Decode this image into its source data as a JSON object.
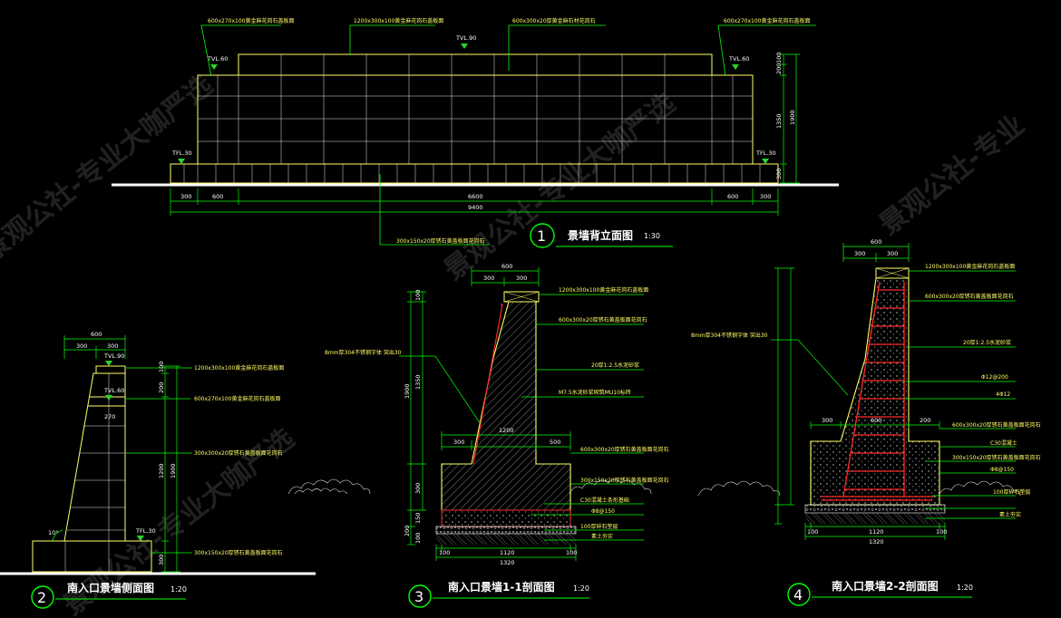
{
  "titles": {
    "t1": {
      "num": "1",
      "name": "景墙背立面图",
      "scale": "1:30"
    },
    "t2": {
      "num": "2",
      "name": "南入口景墙侧面图",
      "scale": "1:20"
    },
    "t3": {
      "num": "3",
      "name": "南入口景墙1-1剖面图",
      "scale": "1:20"
    },
    "t4": {
      "num": "4",
      "name": "南入口景墙2-2剖面图",
      "scale": "1:20"
    }
  },
  "watermarks": [
    "景观公社-专业大咖严选",
    "景观公社-专业大咖严选",
    "景观公社-专业大咖严选",
    "景观公社-专业"
  ],
  "colors": {
    "background": "#000000",
    "wall": "#ffff66",
    "annotation": "#ffff66",
    "leader": "#00ff00",
    "hatch": "#ffffff",
    "rebar": "#ff2a2a",
    "level_marker": "#2bd52b"
  },
  "elev": {
    "notes": {
      "n1": "600x270x100黄金麻花岗石盖板面",
      "n2": "1200x300x100黄金麻花岗石盖板面",
      "n3": "600x300x20厚黄金麻石材花岗石",
      "n4": "600x270x100黄金麻花岗石盖板面",
      "n5": "300x150x20厚锈石黄盖板面花岗石"
    },
    "levels": {
      "l1": "TVL.90",
      "l2": "TVL.60",
      "l3": "TVL.60",
      "l4": "TFL.30",
      "l5": "TFL.30"
    },
    "dims": {
      "d300a": "300",
      "d600a": "600",
      "d6600": "6600",
      "d600b": "600",
      "d300b": "300",
      "d9400": "9400",
      "r100": "100",
      "r200": "200",
      "r1350": "1350",
      "r1900": "1900",
      "r300": "300"
    }
  },
  "side": {
    "notes": {
      "n1": "1200x300x100黄金麻花岗石盖板面",
      "n2": "600x270x100黄金麻花岗石盖板面",
      "n3": "300x300x20厚锈石黄盖板面花岗石",
      "n4": "300x150x20厚锈石黄盖板面花岗石"
    },
    "levels": {
      "l1": "TVL.90",
      "l2": "TVL.60",
      "l3": "TFL.30"
    },
    "dims": {
      "d600": "600",
      "d300a": "300",
      "d300b": "300",
      "d270": "270",
      "ang": "10°",
      "r100": "100",
      "r200": "200",
      "r1200": "1200",
      "r1900": "1900",
      "r300": "300"
    }
  },
  "sec1": {
    "notes": {
      "n1": "1200x300x100黄金麻花岗石盖板面",
      "n2": "600x300x20厚锈石黄盖板面花岗石",
      "n3": "20厚1:2.5水泥砂浆",
      "n4": "M7.5水泥砂浆砌筑MU10标砖",
      "n5": "600x300x20厚锈石黄盖板面花岗石",
      "n6": "300x150x20厚锈石黄盖板面花岗石",
      "n7": "C30混凝土条形基础",
      "n8": "Φ8@150",
      "n9": "100厚碎石垫层",
      "n10": "素土夯实",
      "n11": "8mm厚304不锈钢字体 突出30"
    },
    "dims": {
      "d600": "600",
      "d300a": "300",
      "d300b": "300",
      "d1200": "1200",
      "d300c": "300",
      "d500": "500",
      "d1120": "1120",
      "d100a": "100",
      "d100b": "100",
      "d1320": "1320",
      "r100": "100",
      "r1900": "1900",
      "r1350": "1350",
      "r300": "300",
      "r150": "150",
      "r200": "200",
      "r100b": "100"
    }
  },
  "sec2": {
    "notes": {
      "n1": "1200x300x100黄金麻花岗石盖板面",
      "n2": "600x300x20厚锈石黄盖板面花岗石",
      "n3": "20厚1:2.5水泥砂浆",
      "n4": "Φ12@200",
      "n5": "4Φ12",
      "n6": "600x300x20厚锈石黄盖板面花岗石",
      "n7": "C30混凝土",
      "n8": "300x150x20厚锈石黄盖板面花岗石",
      "n9": "Φ8@150",
      "n10": "100厚碎石垫层",
      "n11": "素土夯实",
      "n12": "8mm厚304不锈钢字体 突出30"
    },
    "dims": {
      "d600": "600",
      "d300a": "300",
      "d300b": "300",
      "d300c": "300",
      "d600b": "600",
      "d200": "200",
      "d1120": "1120",
      "d100a": "100",
      "d100b": "100",
      "d1320": "1320"
    }
  }
}
